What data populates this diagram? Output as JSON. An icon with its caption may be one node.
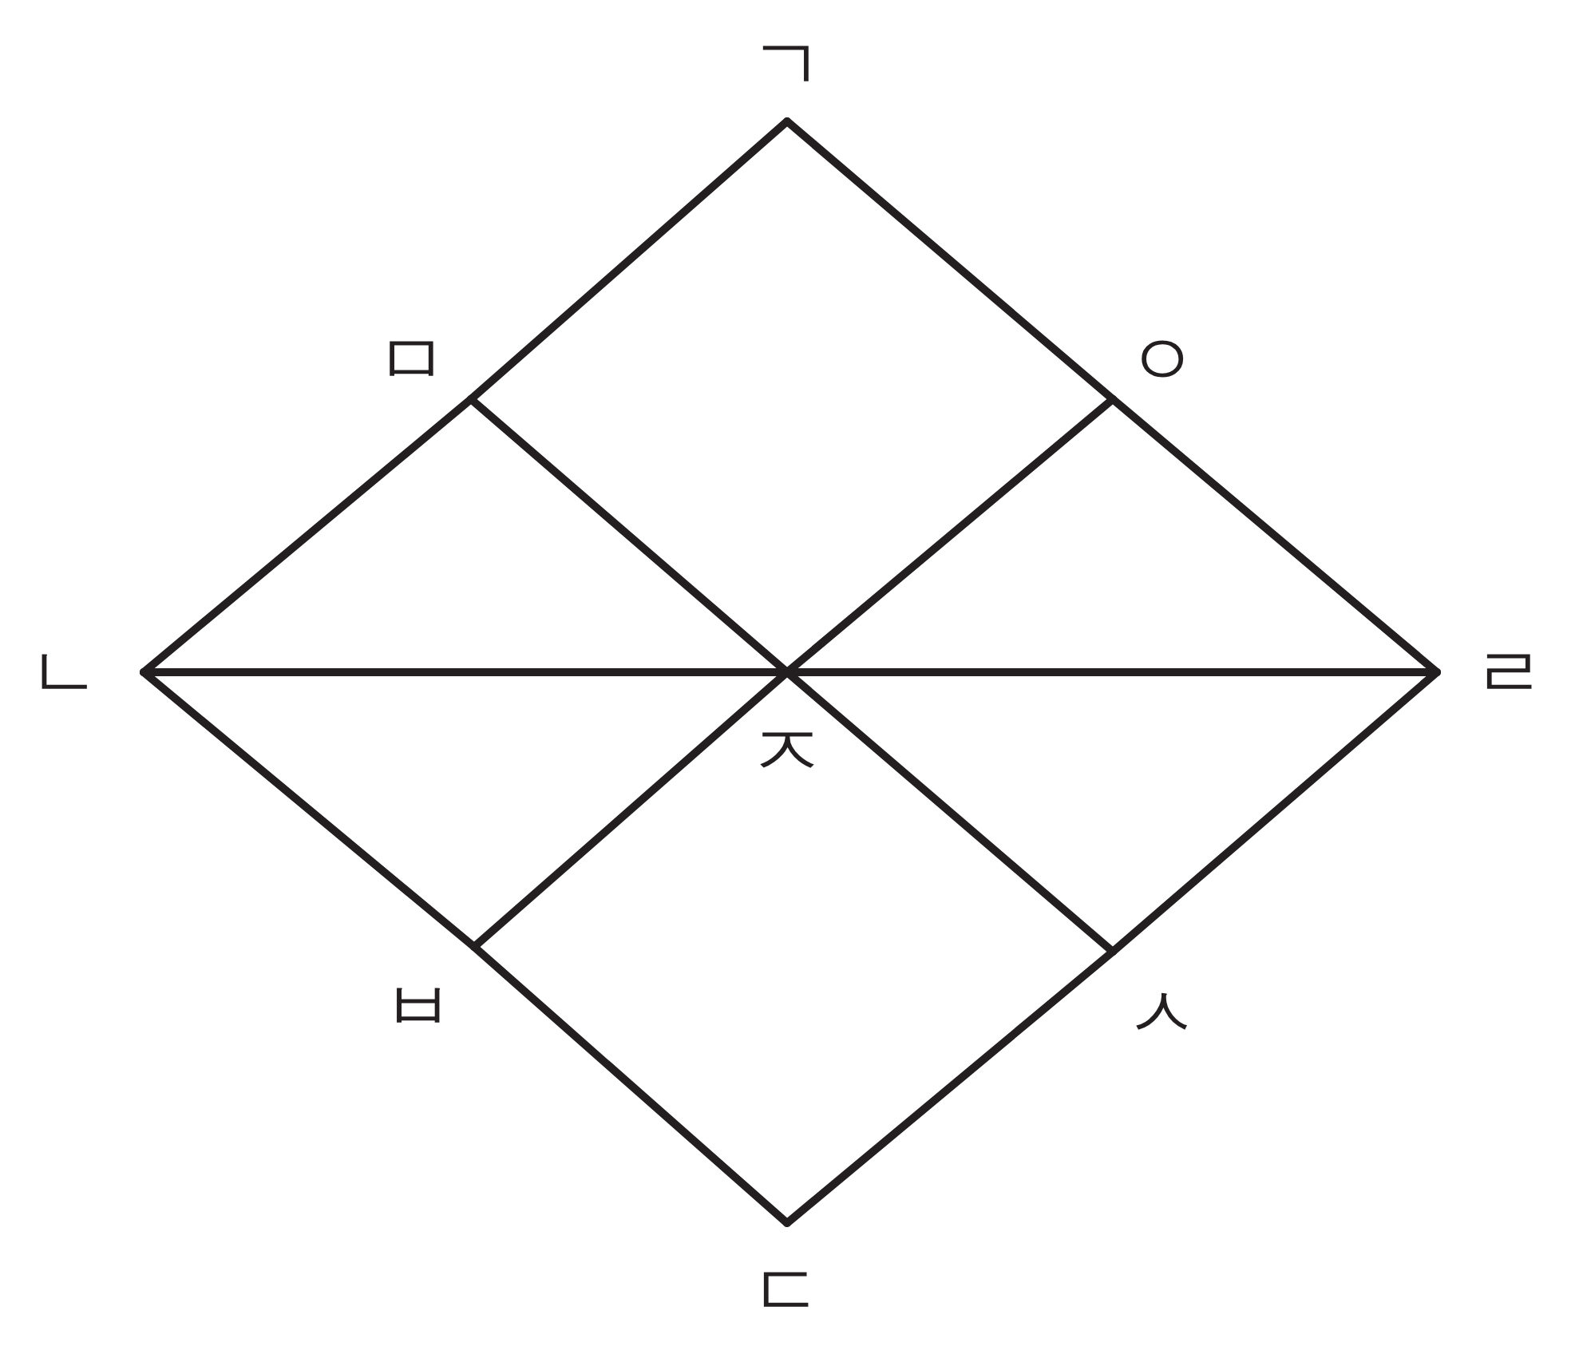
{
  "diagram": {
    "nodes": [
      {
        "text": [
          "ㄱ"
        ]
      },
      {
        "text": [
          "ㅁ"
        ]
      },
      {
        "text": [
          "ㅇ"
        ]
      },
      {
        "text": [
          "ㄴ"
        ]
      },
      {
        "text": [
          "ㅈ"
        ]
      },
      {
        "text": [
          "ㄹ"
        ]
      },
      {
        "text": [
          "ㅂ"
        ]
      },
      {
        "text": [
          "ㅅ"
        ]
      },
      {
        "text": [
          "ㄷ"
        ]
      }
    ],
    "edges": [
      {
        "from": 0,
        "to": 1,
        "arrow": "none"
      },
      {
        "from": 1,
        "to": 3,
        "arrow": "none"
      },
      {
        "from": 0,
        "to": 2,
        "arrow": "none"
      },
      {
        "from": 2,
        "to": 5,
        "arrow": "none"
      },
      {
        "from": 3,
        "to": 6,
        "arrow": "none"
      },
      {
        "from": 6,
        "to": 8,
        "arrow": "none"
      },
      {
        "from": 8,
        "to": 7,
        "arrow": "none"
      },
      {
        "from": 7,
        "to": 5,
        "arrow": "none"
      },
      {
        "from": 3,
        "to": 4,
        "arrow": "none"
      },
      {
        "from": 4,
        "to": 5,
        "arrow": "none"
      },
      {
        "from": 1,
        "to": 4,
        "arrow": "none"
      },
      {
        "from": 4,
        "to": 7,
        "arrow": "none"
      },
      {
        "from": 2,
        "to": 4,
        "arrow": "none"
      },
      {
        "from": 4,
        "to": 6,
        "arrow": "none"
      }
    ]
  }
}
